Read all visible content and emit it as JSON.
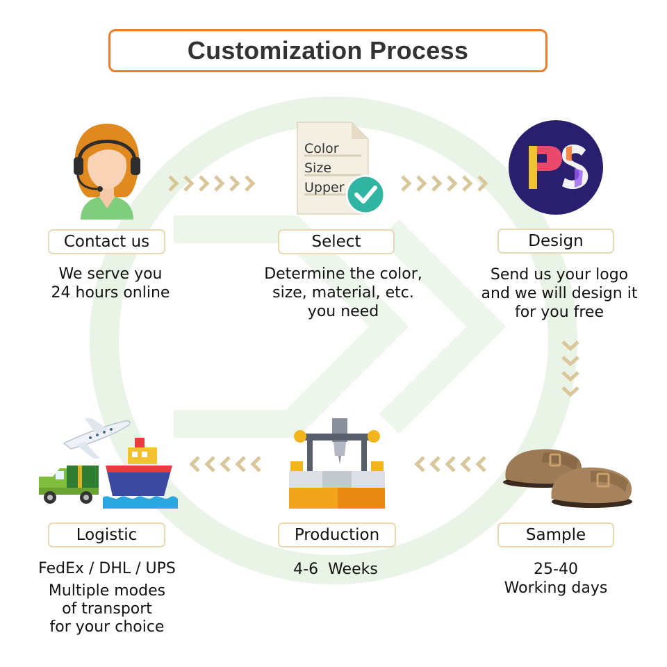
{
  "title": "Customization Process",
  "colors": {
    "accent": "#f07a27",
    "pill_border": "#e6d9b3",
    "chevron": "#d9c79b",
    "watermark": "#e8f3e6"
  },
  "steps": [
    {
      "id": "contact",
      "label": "Contact us",
      "desc": [
        "We serve you",
        "24 hours online"
      ],
      "icon": "customer-service-headset-icon"
    },
    {
      "id": "select",
      "label": "Select",
      "desc": [
        "Determine the color,",
        "size, material, etc.",
        "you need"
      ],
      "icon": "document-checkmark-icon",
      "doc_lines": [
        "Color",
        "Size",
        "Upper"
      ]
    },
    {
      "id": "design",
      "label": "Design",
      "desc": [
        "Send us your logo",
        "and we will design it",
        "for you free"
      ],
      "icon": "ps-logo-icon",
      "logo_text": "PS"
    },
    {
      "id": "sample",
      "label": "Sample",
      "desc": [
        "25-40",
        "Working days"
      ],
      "icon": "clog-sandals-icon"
    },
    {
      "id": "production",
      "label": "Production",
      "desc": [
        "4-6  Weeks"
      ],
      "icon": "factory-machine-icon"
    },
    {
      "id": "logistic",
      "label": "Logistic",
      "desc": [
        "FedEx / DHL / UPS",
        "Multiple modes",
        "of transport",
        "for your choice"
      ],
      "icon": "transport-icon"
    }
  ]
}
